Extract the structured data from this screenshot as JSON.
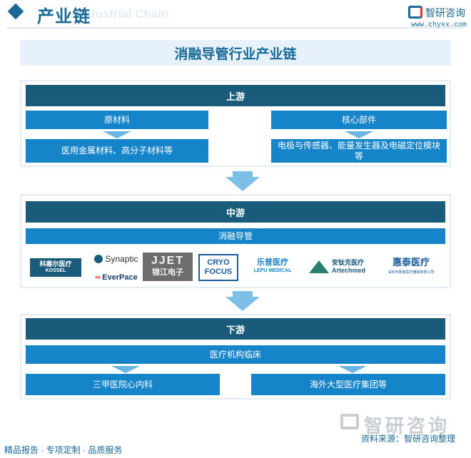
{
  "header": {
    "title": "产业链",
    "subtitle": "Industrial Chain",
    "brand_name": "智研咨询",
    "brand_url": "www.chyxx.com"
  },
  "main_title": "消融导管行业产业链",
  "upstream": {
    "title": "上游",
    "left": {
      "label": "原材料",
      "detail": "医用金属材料、高分子材料等"
    },
    "right": {
      "label": "核心部件",
      "detail": "电极与传感器、能量发生器及电磁定位模块等"
    }
  },
  "midstream": {
    "title": "中游",
    "product": "消融导管",
    "companies": [
      {
        "name": "KOSSEL",
        "line1": "科塞尔医疗",
        "line2": "KOSSEL"
      },
      {
        "name": "Synaptic",
        "line1": "Synaptic"
      },
      {
        "name": "EverPace",
        "line1": "EverPace"
      },
      {
        "name": "锦江电子",
        "line1": "JJET",
        "line2": "锦江电子"
      },
      {
        "name": "Cryofocus",
        "line1": "CRYO",
        "line2": "FOCUS"
      },
      {
        "name": "乐普医疗",
        "line1": "乐普医疗",
        "line2": "LEPU MEDICAL"
      },
      {
        "name": "安钛克医疗",
        "line1": "安钛克医疗",
        "line2": "Artechmed"
      },
      {
        "name": "惠泰医疗",
        "line1": "惠泰医疗",
        "line2": "深圳市惠泰医疗器械有限公司"
      }
    ]
  },
  "downstream": {
    "title": "下游",
    "product": "医疗机构临床",
    "left": "三甲医院心内科",
    "right": "海外大型医疗集团等"
  },
  "footer": {
    "services": "精品报告 · 专项定制 · 品质服务",
    "source": "资料来源：智研咨询整理",
    "watermark": "智研咨询"
  },
  "colors": {
    "header_blue": "#1a5b7c",
    "label_blue": "#1584c8",
    "arrow_blue": "#6bb5e2",
    "brand_blue": "#1a6a97"
  }
}
